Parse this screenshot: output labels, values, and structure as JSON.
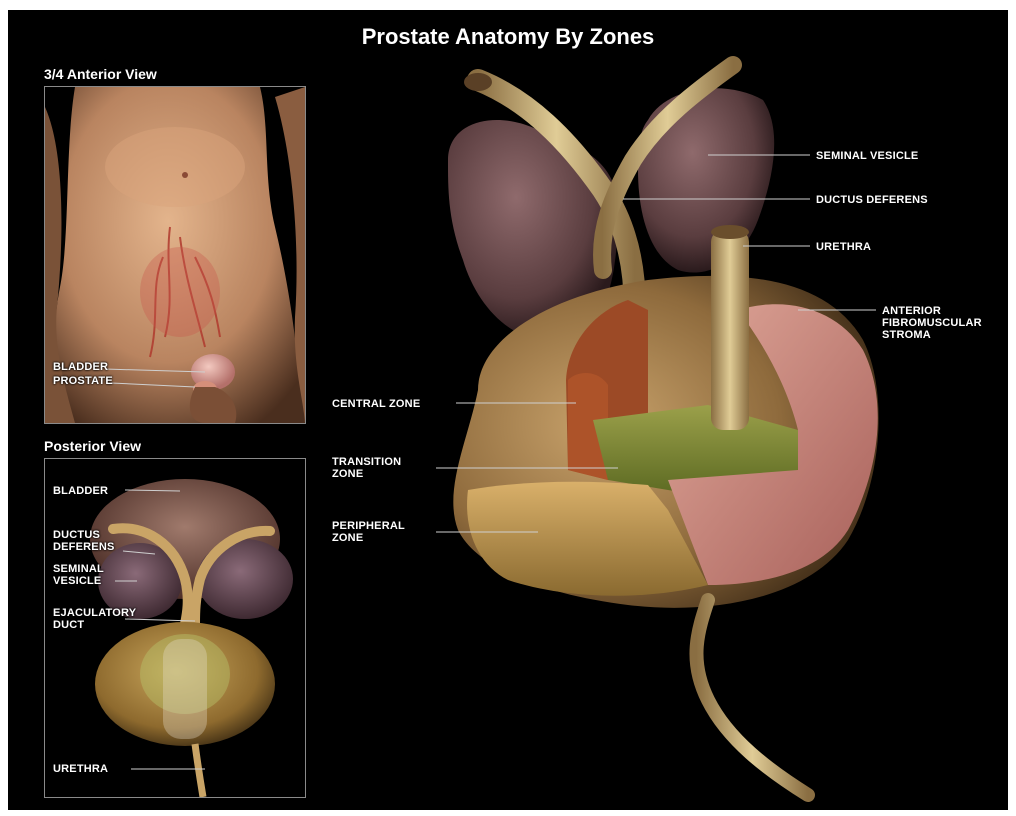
{
  "title": "Prostate Anatomy By Zones",
  "anterior_view": {
    "title": "3/4 Anterior View",
    "labels": {
      "bladder": "BLADDER",
      "prostate": "PROSTATE"
    }
  },
  "posterior_view": {
    "title": "Posterior View",
    "labels": {
      "bladder": "BLADDER",
      "ductus_deferens": "DUCTUS\nDEFERENS",
      "seminal_vesicle": "SEMINAL\nVESICLE",
      "ejaculatory_duct": "EJACULATORY\nDUCT",
      "urethra": "URETHRA"
    }
  },
  "main_view": {
    "labels": {
      "seminal_vesicle": "SEMINAL VESICLE",
      "ductus_deferens": "DUCTUS DEFERENS",
      "urethra": "URETHRA",
      "anterior_fibromuscular_stroma": "ANTERIOR\nFIBROMUSCULAR\nSTROMA",
      "central_zone": "CENTRAL ZONE",
      "transition_zone": "TRANSITION\nZONE",
      "peripheral_zone": "PERIPHERAL\nZONE"
    }
  }
}
